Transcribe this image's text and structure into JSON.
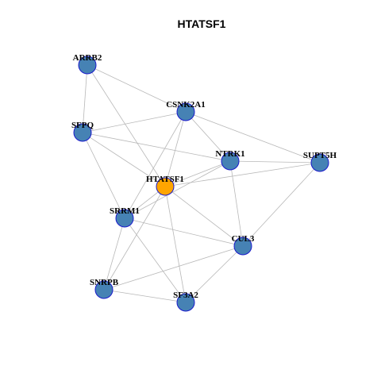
{
  "title": "HTATSF1",
  "colors": {
    "node_fill": "#4682b4",
    "hub_fill": "#ffa500",
    "node_stroke": "#1a1acc",
    "edge": "#b8b8b8"
  },
  "nodes": [
    {
      "id": "ARRB2",
      "label": "ARRB2",
      "hub": false
    },
    {
      "id": "CSNK2A1",
      "label": "CSNK2A1",
      "hub": false
    },
    {
      "id": "SFPQ",
      "label": "SFPQ",
      "hub": false
    },
    {
      "id": "NTRK1",
      "label": "NTRK1",
      "hub": false
    },
    {
      "id": "SUPT5H",
      "label": "SUPT5H",
      "hub": false
    },
    {
      "id": "HTATSF1",
      "label": "HTATSF1",
      "hub": true
    },
    {
      "id": "SRRM1",
      "label": "SRRM1",
      "hub": false
    },
    {
      "id": "CUL3",
      "label": "CUL3",
      "hub": false
    },
    {
      "id": "SNRPB",
      "label": "SNRPB",
      "hub": false
    },
    {
      "id": "SF3A2",
      "label": "SF3A2",
      "hub": false
    }
  ],
  "edges": [
    [
      "ARRB2",
      "CSNK2A1"
    ],
    [
      "ARRB2",
      "SFPQ"
    ],
    [
      "ARRB2",
      "HTATSF1"
    ],
    [
      "CSNK2A1",
      "SFPQ"
    ],
    [
      "CSNK2A1",
      "SUPT5H"
    ],
    [
      "CSNK2A1",
      "HTATSF1"
    ],
    [
      "CSNK2A1",
      "SRRM1"
    ],
    [
      "CSNK2A1",
      "NTRK1"
    ],
    [
      "SFPQ",
      "NTRK1"
    ],
    [
      "SFPQ",
      "HTATSF1"
    ],
    [
      "SFPQ",
      "SRRM1"
    ],
    [
      "NTRK1",
      "SUPT5H"
    ],
    [
      "NTRK1",
      "HTATSF1"
    ],
    [
      "NTRK1",
      "CUL3"
    ],
    [
      "NTRK1",
      "SRRM1"
    ],
    [
      "SUPT5H",
      "HTATSF1"
    ],
    [
      "SUPT5H",
      "CUL3"
    ],
    [
      "HTATSF1",
      "SRRM1"
    ],
    [
      "HTATSF1",
      "CUL3"
    ],
    [
      "HTATSF1",
      "SNRPB"
    ],
    [
      "HTATSF1",
      "SF3A2"
    ],
    [
      "SRRM1",
      "CUL3"
    ],
    [
      "SRRM1",
      "SNRPB"
    ],
    [
      "SRRM1",
      "SF3A2"
    ],
    [
      "CUL3",
      "SNRPB"
    ],
    [
      "CUL3",
      "SF3A2"
    ],
    [
      "SNRPB",
      "SF3A2"
    ]
  ]
}
